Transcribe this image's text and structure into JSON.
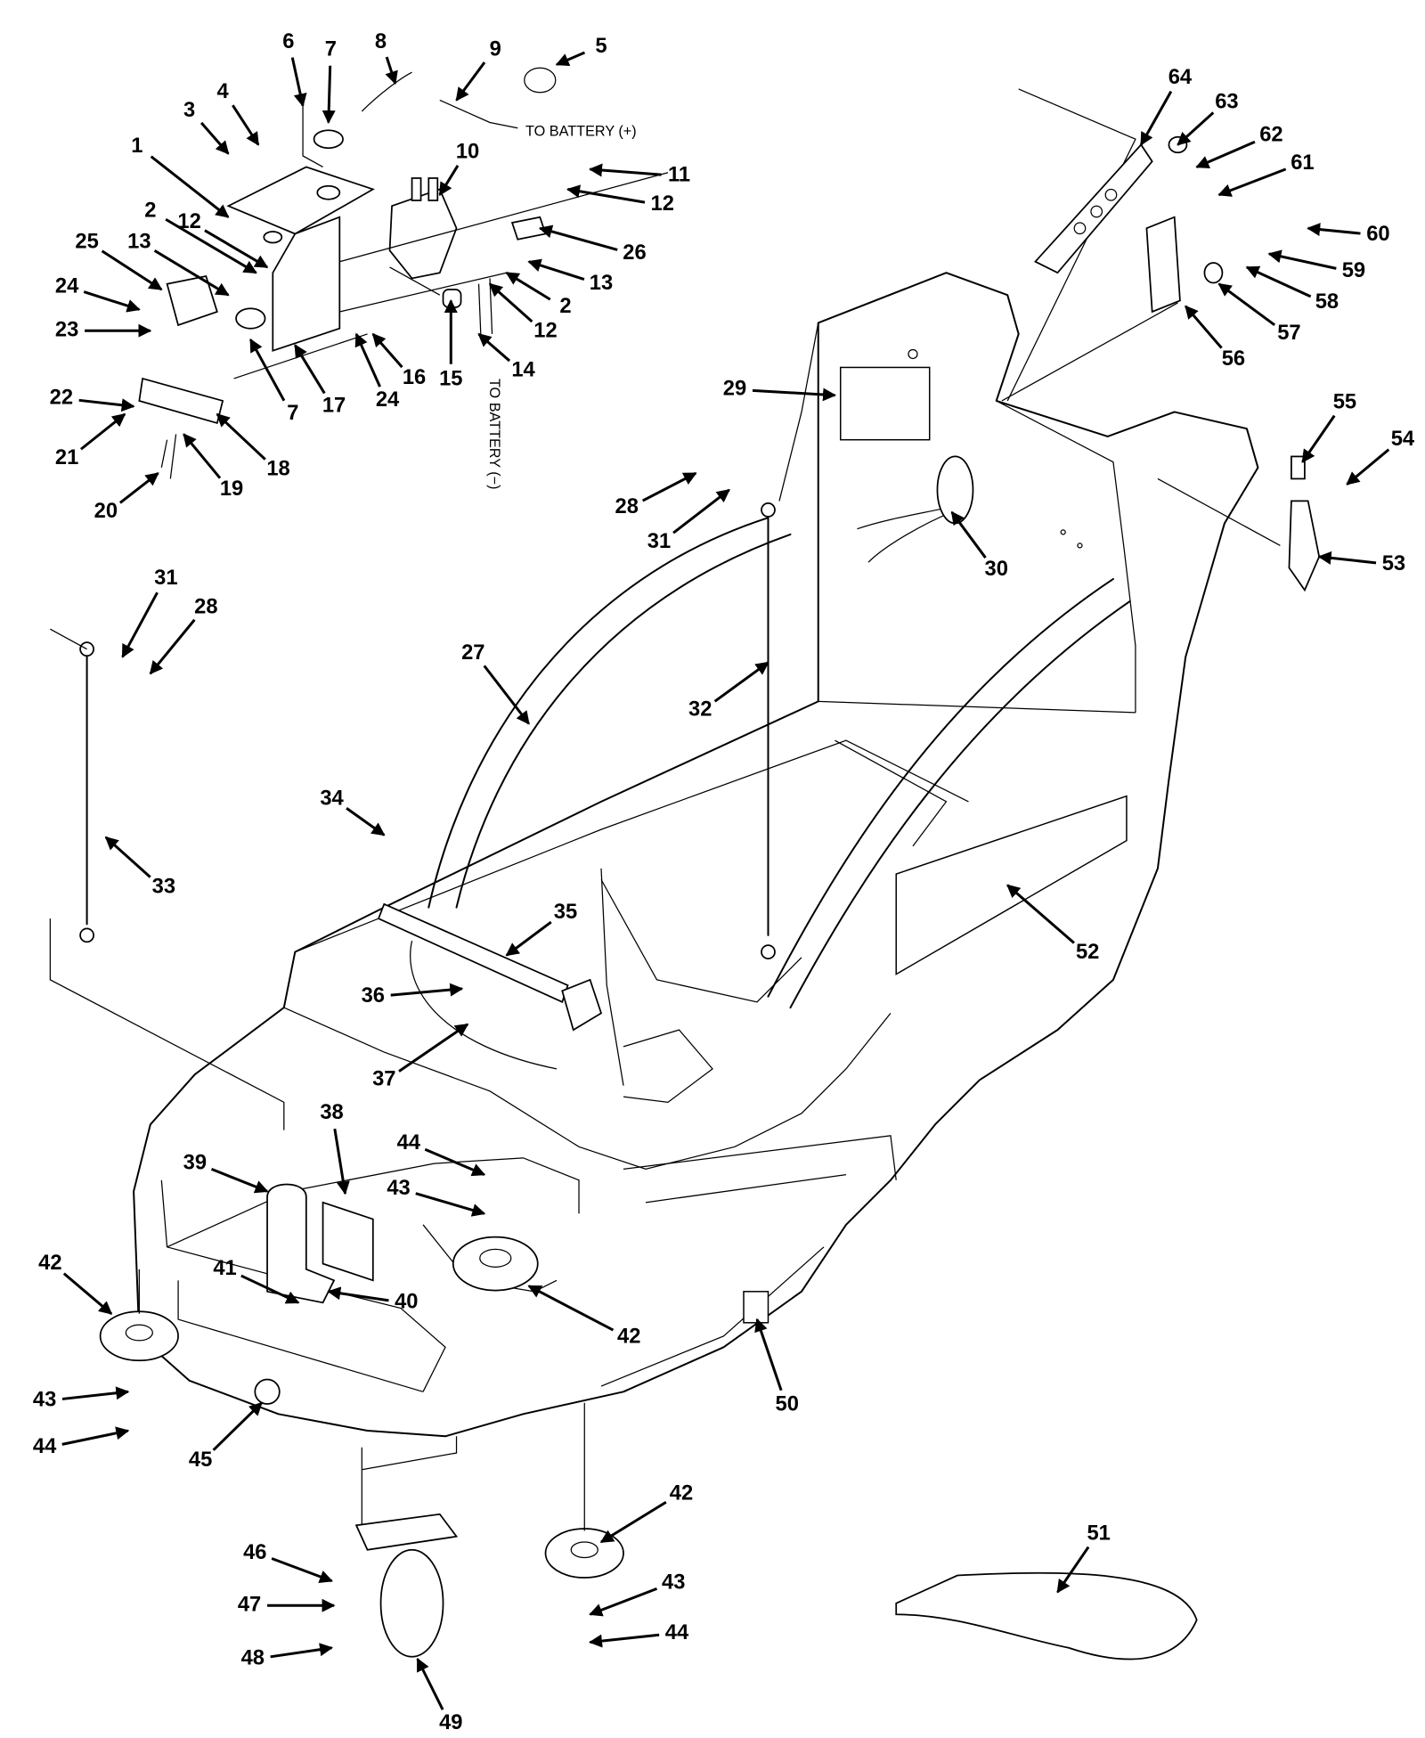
{
  "diagram": {
    "callouts": [
      "6",
      "7",
      "8",
      "9",
      "5",
      "64",
      "63",
      "62",
      "61",
      "60",
      "59",
      "58",
      "57",
      "56",
      "3",
      "4",
      "1",
      "10",
      "11",
      "12",
      "26",
      "13",
      "2",
      "12",
      "14",
      "15",
      "2",
      "12",
      "25",
      "13",
      "24",
      "23",
      "7",
      "17",
      "24",
      "16",
      "22",
      "21",
      "18",
      "19",
      "20",
      "29",
      "28",
      "31",
      "30",
      "55",
      "54",
      "53",
      "31",
      "28",
      "27",
      "32",
      "33",
      "34",
      "35",
      "52",
      "36",
      "37",
      "38",
      "39",
      "44",
      "43",
      "42",
      "41",
      "40",
      "42",
      "50",
      "43",
      "44",
      "45",
      "42",
      "51",
      "46",
      "43",
      "47",
      "44",
      "48",
      "49"
    ],
    "notes": {
      "battery_positive": "TO BATTERY (+)",
      "battery_negative": "TO BATTERY (−)"
    }
  }
}
